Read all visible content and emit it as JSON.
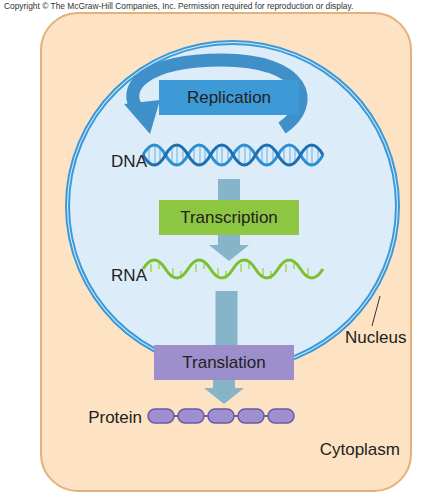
{
  "diagram": {
    "nodes": [
      {
        "text": [
          "Cytoplasm"
        ]
      },
      {
        "text": [
          "Nucleus"
        ],
        "in": 0
      },
      {
        "text": [
          "Replication"
        ],
        "in": 1
      },
      {
        "text": [
          "DNA"
        ],
        "in": 1
      },
      {
        "text": [
          "Transcription"
        ],
        "in": 1
      },
      {
        "text": [
          "RNA"
        ],
        "in": 1
      },
      {
        "text": [
          "Translation"
        ],
        "in": 0
      },
      {
        "text": [
          "Protein"
        ],
        "in": 0
      }
    ],
    "edges": [
      {
        "from": 3,
        "to": 4,
        "arrow": "none"
      },
      {
        "from": 4,
        "to": 5,
        "arrow": "to"
      },
      {
        "from": 5,
        "to": 6,
        "arrow": "none"
      },
      {
        "from": 6,
        "to": 7,
        "arrow": "to"
      }
    ],
    "labels": [
      "Copyright © The McGraw-Hill Companies, Inc. Permission required for reproduction or display."
    ]
  }
}
